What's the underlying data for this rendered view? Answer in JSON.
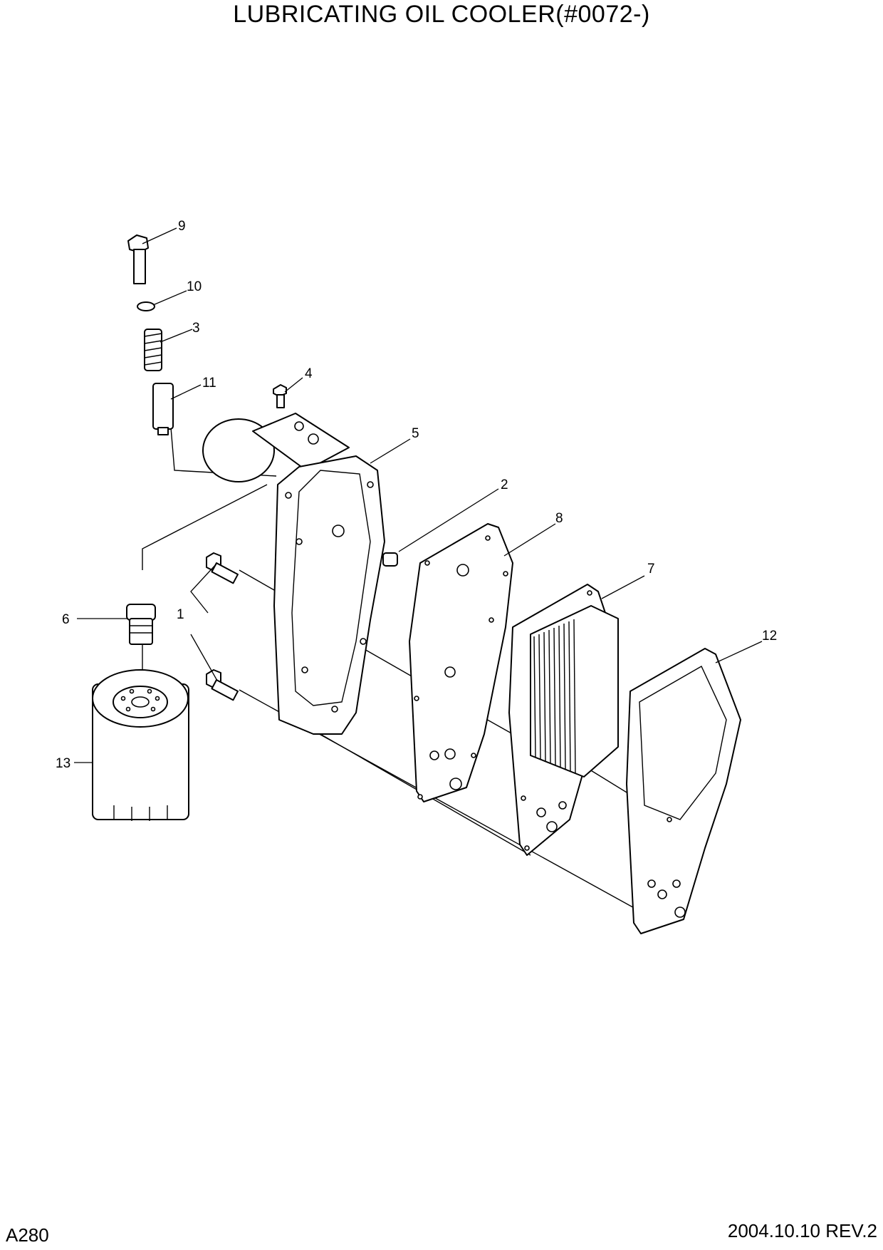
{
  "header": {
    "title": "LUBRICATING OIL COOLER(#0072-)"
  },
  "footer": {
    "page_code": "A280",
    "revision": "2004.10.10  REV.2"
  },
  "callouts": [
    "1",
    "2",
    "3",
    "4",
    "5",
    "6",
    "7",
    "8",
    "9",
    "10",
    "11",
    "12",
    "13"
  ]
}
